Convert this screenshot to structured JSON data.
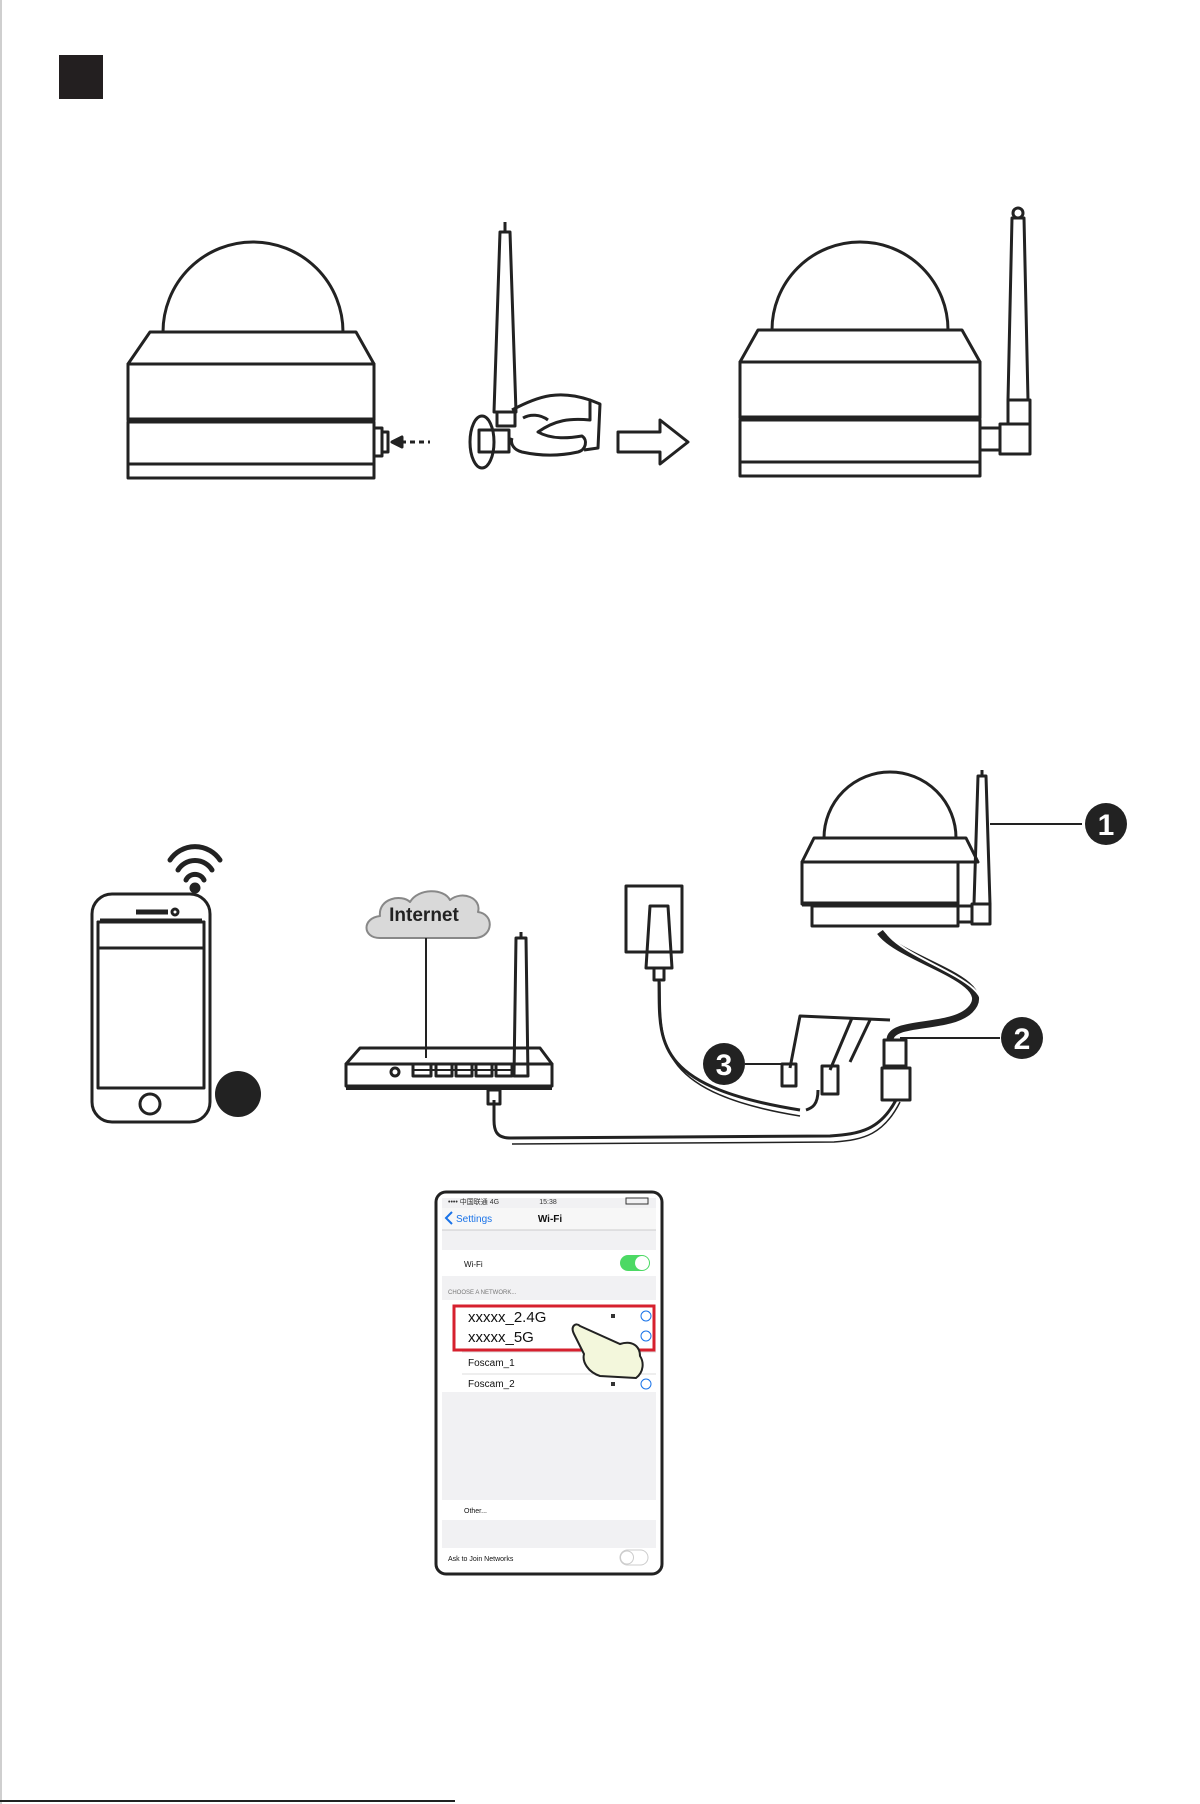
{
  "figure1": {
    "arrow": "right-arrow"
  },
  "figure2": {
    "cloud_label": "Internet",
    "callouts": [
      "1",
      "2",
      "3"
    ]
  },
  "wifi_screen": {
    "status_left": "•••• 中国联通 4G",
    "status_time": "15:38",
    "back_label": "Settings",
    "title": "Wi-Fi",
    "wifi_row_label": "Wi-Fi",
    "wifi_toggle_on": true,
    "section_header": "CHOOSE A NETWORK...",
    "networks": [
      "xxxxx_2.4G",
      "xxxxx_5G",
      "Foscam_1",
      "Foscam_2"
    ],
    "other_label": "Other...",
    "ask_label": "Ask to Join Networks",
    "highlight_color": "#d6202e",
    "toggle_color": "#4cd964"
  }
}
